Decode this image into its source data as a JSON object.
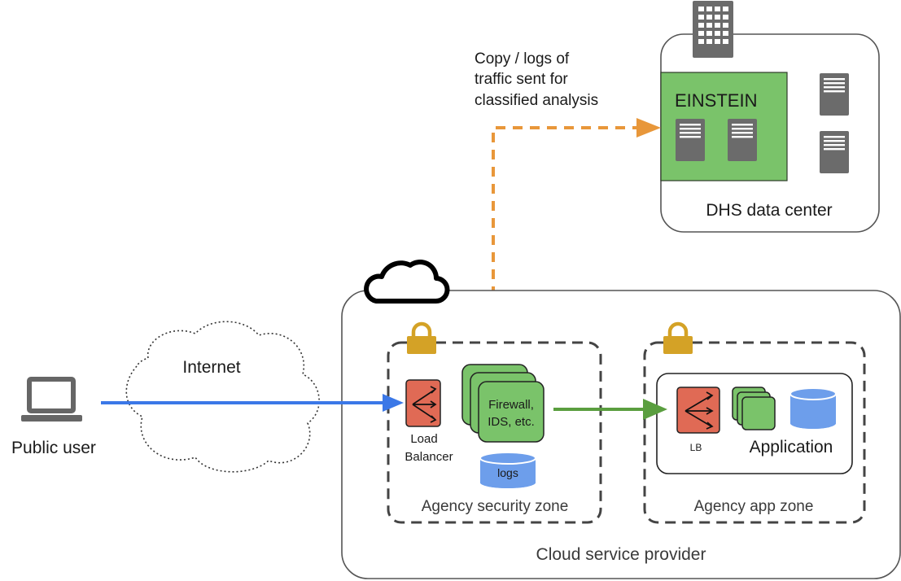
{
  "labels": {
    "public_user": "Public user",
    "internet": "Internet",
    "copy_logs_line1": "Copy / logs of",
    "copy_logs_line2": "traffic sent for",
    "copy_logs_line3": "classified analysis",
    "einstein": "EINSTEIN",
    "dhs_data_center": "DHS data center",
    "load_balancer_line1": "Load",
    "load_balancer_line2": "Balancer",
    "firewall_line1": "Firewall,",
    "firewall_line2": "IDS, etc.",
    "logs": "logs",
    "agency_security_zone": "Agency security zone",
    "lb": "LB",
    "application": "Application",
    "agency_app_zone": "Agency app zone",
    "cloud_service_provider": "Cloud service provider"
  },
  "colors": {
    "internet_arrow": "#3b78e7",
    "app_arrow": "#5a9e3f",
    "copy_arrow": "#e8973a",
    "load_balancer": "#e06a55",
    "einstein_green": "#7ac36a",
    "storage_blue": "#6d9eeb",
    "lock_gold": "#d4a226",
    "server_gray": "#6b6b6b"
  },
  "icons": {
    "user_device": "laptop-icon",
    "cloud": "cloud-icon",
    "lock": "lock-icon",
    "server": "server-icon",
    "building": "building-icon",
    "database": "database-icon"
  }
}
